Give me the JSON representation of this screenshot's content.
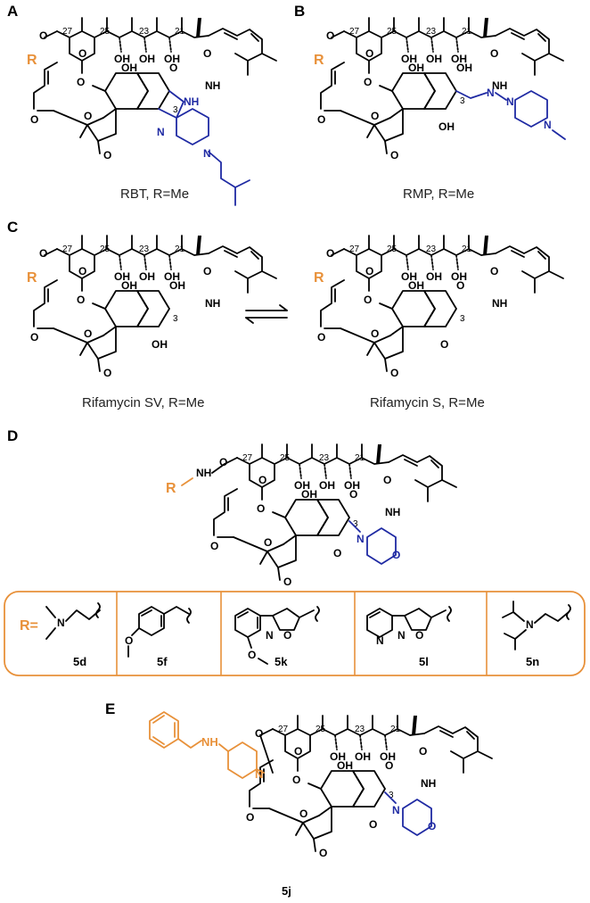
{
  "panels": {
    "A": {
      "letter": "A",
      "caption": "RBT, R=Me"
    },
    "B": {
      "letter": "B",
      "caption": "RMP, R=Me"
    },
    "C": {
      "letter": "C",
      "caption_left": "Rifamycin SV, R=Me",
      "caption_right": "Rifamycin S, R=Me"
    },
    "D": {
      "letter": "D"
    },
    "E": {
      "letter": "E",
      "compound": "5j"
    }
  },
  "atoms": {
    "O": "O",
    "OH": "OH",
    "NH": "NH",
    "N": "N",
    "R": "R",
    "n27": "27",
    "n25": "25",
    "n23": "23",
    "n21": "21",
    "n3": "3"
  },
  "r_table": {
    "label": "R=",
    "compounds": [
      "5d",
      "5f",
      "5k",
      "5l",
      "5n"
    ]
  },
  "colors": {
    "highlight_blue": "#1f2aa3",
    "highlight_orange": "#e8913a"
  }
}
